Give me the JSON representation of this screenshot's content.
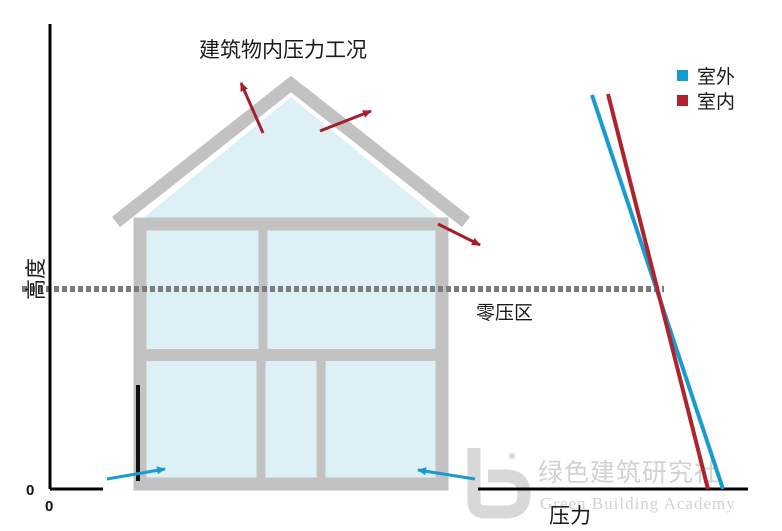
{
  "title": "建筑物内压力工况",
  "y_axis_label": "高度",
  "x_axis_label": "压力",
  "origin_y_label": "0",
  "origin_x_label": "0",
  "neutral_plane_label": "零压区",
  "legend": [
    {
      "label": "室外",
      "color": "#1a9bcf"
    },
    {
      "label": "室内",
      "color": "#b0232d"
    }
  ],
  "watermark": {
    "cn": "绿色建筑研究社",
    "en": "Green Building Academy"
  },
  "colors": {
    "house_frame": "#c2c2c2",
    "house_fill": "#ddf0f6",
    "outflow_arrow": "#a31f2e",
    "inflow_arrow": "#1a9bcf",
    "axes": "#000000",
    "neutral_line": "#7a7a7a"
  },
  "icons": {
    "outflow_arrows": "arrow-up-right-icon",
    "inflow_arrows": "arrow-right-icon",
    "door": "door-icon",
    "logo": "academy-logo-icon"
  }
}
